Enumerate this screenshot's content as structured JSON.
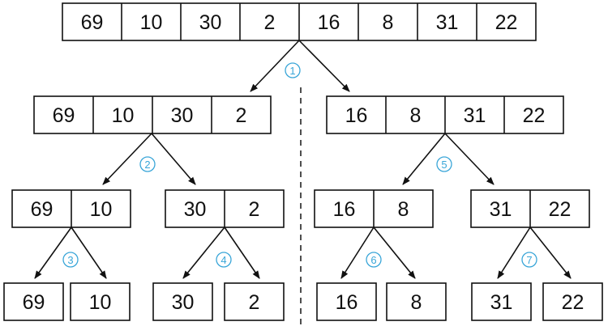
{
  "arrays": {
    "root": [
      "69",
      "10",
      "30",
      "2",
      "16",
      "8",
      "31",
      "22"
    ],
    "left_half": [
      "69",
      "10",
      "30",
      "2"
    ],
    "right_half": [
      "16",
      "8",
      "31",
      "22"
    ],
    "pair_1": [
      "69",
      "10"
    ],
    "pair_2": [
      "30",
      "2"
    ],
    "pair_3": [
      "16",
      "8"
    ],
    "pair_4": [
      "31",
      "22"
    ],
    "single_1": [
      "69"
    ],
    "single_2": [
      "10"
    ],
    "single_3": [
      "30"
    ],
    "single_4": [
      "2"
    ],
    "single_5": [
      "16"
    ],
    "single_6": [
      "8"
    ],
    "single_7": [
      "31"
    ],
    "single_8": [
      "22"
    ]
  },
  "steps": [
    "1",
    "2",
    "3",
    "4",
    "5",
    "6",
    "7"
  ],
  "colors": {
    "line": "#111111",
    "step_marker": "#3aa6d8"
  }
}
